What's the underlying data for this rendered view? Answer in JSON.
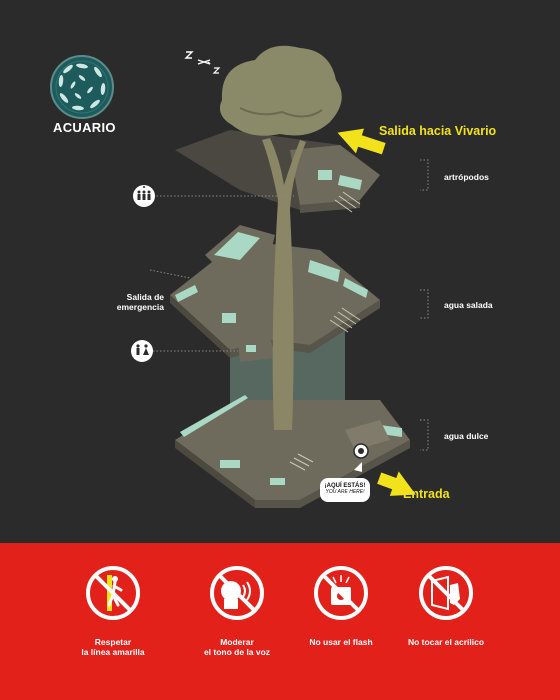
{
  "logo": {
    "title": "ACUARIO"
  },
  "labels": {
    "exit_top": "Salida hacia Vivario",
    "entrance": "Entrada",
    "emergency_exit": "Salida de emergencia",
    "you_are_here_es": "¡AQUÍ ESTÁS!",
    "you_are_here_en": "YOU ARE HERE!"
  },
  "levels": [
    {
      "name": "artrópodos"
    },
    {
      "name": "agua salada"
    },
    {
      "name": "agua dulce"
    }
  ],
  "rules": [
    {
      "label": "Respetar\nla línea amarilla",
      "icon": "no-crossing-line-icon"
    },
    {
      "label": "Moderar\nel tono de la voz",
      "icon": "no-shouting-icon"
    },
    {
      "label": "No usar el flash",
      "icon": "no-flash-icon"
    },
    {
      "label": "No tocar el acrílico",
      "icon": "no-touching-glass-icon"
    }
  ],
  "colors": {
    "background": "#2b2b2b",
    "accent_yellow": "#f2e21b",
    "aqua": "#a9d9c4",
    "banner_red": "#e3211b",
    "logo_ring": "#1d5b5c",
    "tree": "#7a7a5a"
  }
}
